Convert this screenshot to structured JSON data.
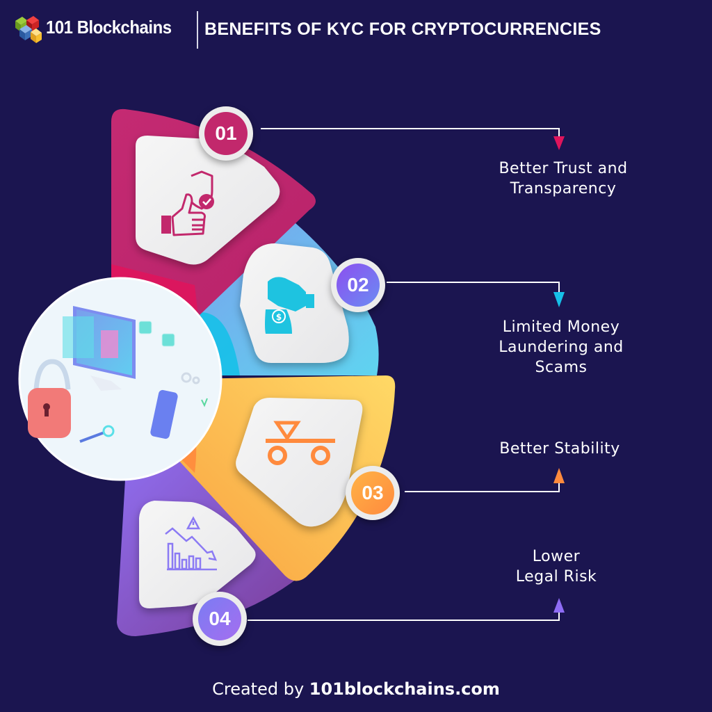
{
  "header": {
    "logo_text": "101 Blockchains",
    "title": "BENEFITS OF KYC FOR CRYPTOCURRENCIES"
  },
  "colors": {
    "background": "#1b1550",
    "step1": "#c4286b",
    "step2": "#6fb8f0",
    "step3": "#fbb44a",
    "step4": "#8b5fd6",
    "arrow1": "#e0145c",
    "arrow2": "#16c0e8",
    "arrow3": "#ff8a3d",
    "arrow4": "#8e6cf5"
  },
  "steps": [
    {
      "number": "01",
      "label": "Better Trust and Transparency",
      "lines": [
        "Better Trust and",
        "Transparency"
      ],
      "icon": "shield-thumbs-up-icon"
    },
    {
      "number": "02",
      "label": "Limited Money Laundering and Scams",
      "lines": [
        "Limited Money",
        "Laundering and",
        "Scams"
      ],
      "icon": "hand-money-bag-icon"
    },
    {
      "number": "03",
      "label": "Better Stability",
      "lines": [
        "Better Stability"
      ],
      "icon": "balance-stability-icon"
    },
    {
      "number": "04",
      "label": "Lower Legal Risk",
      "lines": [
        "Lower",
        "Legal Risk"
      ],
      "icon": "declining-chart-warning-icon"
    }
  ],
  "center_illustration": "kyc-computer-lock-illustration",
  "footer": {
    "prefix": "Created by ",
    "site": "101blockchains.com"
  }
}
